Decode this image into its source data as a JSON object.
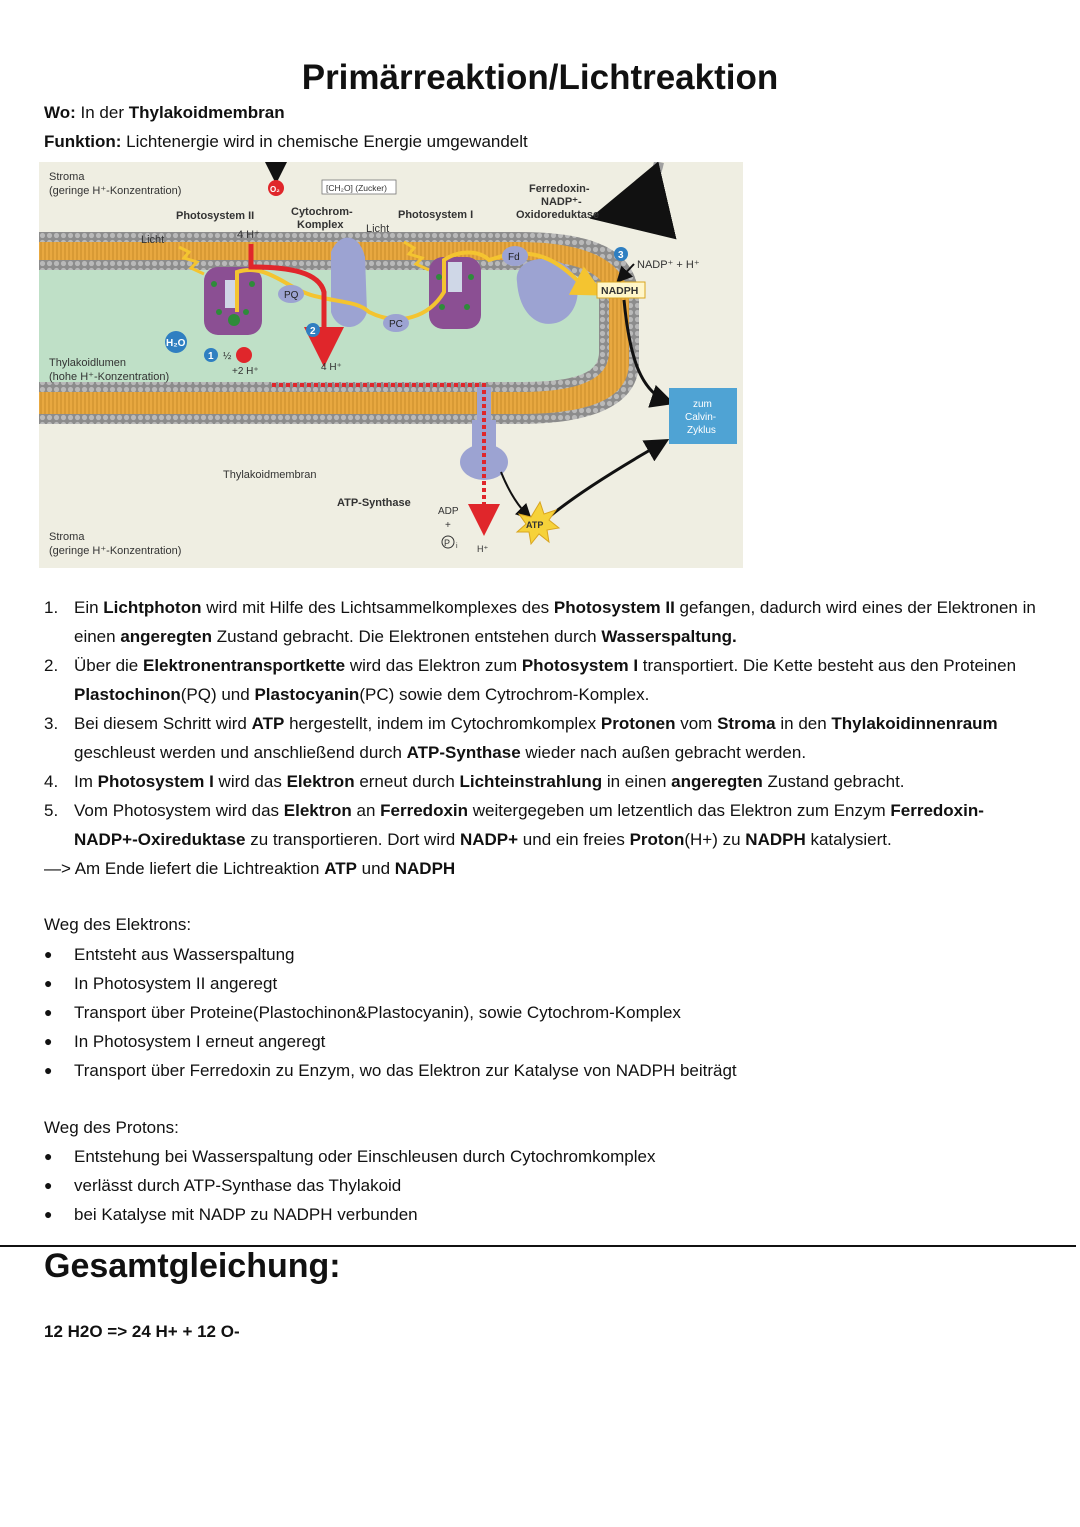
{
  "title": "Primärreaktion/Lichtreaktion",
  "wo": {
    "label": "Wo:",
    "pre": "In der",
    "bold": "Thylakoidmembran"
  },
  "funktion": {
    "label": "Funktion:",
    "text": "Lichtenergie wird in chemische Energie umgewandelt"
  },
  "diagram": {
    "stroma_top": "Stroma",
    "stroma_top_sub": "(geringe H⁺-Konzentration)",
    "o2": "O₂",
    "zucker": "[CH₂O] (Zucker)",
    "ferredoxin_label_1": "Ferredoxin-",
    "ferredoxin_label_2": "NADP⁺-",
    "ferredoxin_label_3": "Oxidoreduktase",
    "ps2": "Photosystem II",
    "cyt_1": "Cytochrom-",
    "cyt_2": "Komplex",
    "ps1": "Photosystem I",
    "licht_1": "Licht",
    "licht_2": "Licht",
    "h4_top": "4 H⁺",
    "fd": "Fd",
    "num3": "3",
    "nadp": "NADP⁺ + H⁺",
    "nadph": "NADPH",
    "pq": "PQ",
    "pc": "PC",
    "num2": "2",
    "h2o": "H₂O",
    "num1": "1",
    "half": "½",
    "h2_plus": "+2 H⁺",
    "h4_bottom": "4 H⁺",
    "lumen_1": "Thylakoidlumen",
    "lumen_2": "(hohe H⁺-Konzentration)",
    "calvin_1": "zum",
    "calvin_2": "Calvin-",
    "calvin_3": "Zyklus",
    "membrane": "Thylakoidmembran",
    "atp_synthase": "ATP-Synthase",
    "adp": "ADP",
    "plus": "+",
    "pi": "P",
    "pi_sub": "i",
    "h_out": "H⁺",
    "atp": "ATP",
    "stroma_bottom": "Stroma",
    "stroma_bottom_sub": "(geringe H⁺-Konzentration)"
  },
  "steps": [
    {
      "num": "1.",
      "parts": [
        {
          "t": "Ein ",
          "b": false
        },
        {
          "t": "Lichtphoton",
          "b": true
        },
        {
          "t": " wird mit Hilfe des Lichtsammelkomplexes des ",
          "b": false
        },
        {
          "t": "Photosystem II",
          "b": true
        },
        {
          "t": " gefangen, dadurch wird eines der Elektronen in einen ",
          "b": false
        },
        {
          "t": "angeregten",
          "b": true
        },
        {
          "t": " Zustand gebracht. Die Elektronen entstehen durch ",
          "b": false
        },
        {
          "t": "Wasserspaltung.",
          "b": true
        }
      ]
    },
    {
      "num": "2.",
      "parts": [
        {
          "t": "Über die ",
          "b": false
        },
        {
          "t": "Elektronentransportkette",
          "b": true
        },
        {
          "t": " wird das Elektron zum ",
          "b": false
        },
        {
          "t": "Photosystem I",
          "b": true
        },
        {
          "t": " transportiert. Die Kette besteht aus den Proteinen ",
          "b": false
        },
        {
          "t": "Plastochinon",
          "b": true
        },
        {
          "t": "(PQ) und ",
          "b": false
        },
        {
          "t": "Plastocyanin",
          "b": true
        },
        {
          "t": "(PC) sowie dem Cytrochrom-Komplex.",
          "b": false
        }
      ]
    },
    {
      "num": "3.",
      "parts": [
        {
          "t": "Bei diesem Schritt wird ",
          "b": false
        },
        {
          "t": "ATP",
          "b": true
        },
        {
          "t": " hergestellt, indem im Cytochromkomplex ",
          "b": false
        },
        {
          "t": "Protonen",
          "b": true
        },
        {
          "t": " vom ",
          "b": false
        },
        {
          "t": "Stroma",
          "b": true
        },
        {
          "t": " in den ",
          "b": false
        },
        {
          "t": "Thylakoidinnenraum",
          "b": true
        },
        {
          "t": " geschleust werden und anschließend durch ",
          "b": false
        },
        {
          "t": "ATP-Synthase",
          "b": true
        },
        {
          "t": " wieder nach außen gebracht werden.",
          "b": false
        }
      ]
    },
    {
      "num": "4.",
      "parts": [
        {
          "t": "Im ",
          "b": false
        },
        {
          "t": "Photosystem I",
          "b": true
        },
        {
          "t": " wird das ",
          "b": false
        },
        {
          "t": "Elektron",
          "b": true
        },
        {
          "t": " erneut durch ",
          "b": false
        },
        {
          "t": "Lichteinstrahlung",
          "b": true
        },
        {
          "t": " in einen ",
          "b": false
        },
        {
          "t": "angeregten",
          "b": true
        },
        {
          "t": " Zustand gebracht.",
          "b": false
        }
      ]
    },
    {
      "num": "5.",
      "parts": [
        {
          "t": "Vom Photosystem wird das ",
          "b": false
        },
        {
          "t": "Elektron",
          "b": true
        },
        {
          "t": " an ",
          "b": false
        },
        {
          "t": "Ferredoxin",
          "b": true
        },
        {
          "t": " weitergegeben um letzentlich das Elektron zum Enzym ",
          "b": false
        },
        {
          "t": "Ferredoxin-NADP+-Oxireduktase",
          "b": true
        },
        {
          "t": " zu transportieren. Dort wird ",
          "b": false
        },
        {
          "t": "NADP+",
          "b": true
        },
        {
          "t": " und ein freies ",
          "b": false
        },
        {
          "t": "Proton",
          "b": true
        },
        {
          "t": "(H+) zu ",
          "b": false
        },
        {
          "t": "NADPH",
          "b": true
        },
        {
          "t": " katalysiert.",
          "b": false
        }
      ]
    }
  ],
  "summary": [
    {
      "t": "—> Am Ende liefert die Lichtreaktion ",
      "b": false
    },
    {
      "t": "ATP",
      "b": true
    },
    {
      "t": " und ",
      "b": false
    },
    {
      "t": "NADPH",
      "b": true
    }
  ],
  "elektron_head": "Weg des Elektrons:",
  "elektron_items": [
    "Entsteht aus Wasserspaltung",
    "In Photosystem II angeregt",
    "Transport über Proteine(Plastochinon&Plastocyanin), sowie Cytochrom-Komplex",
    "In Photosystem I erneut angeregt",
    "Transport über Ferredoxin zu Enzym, wo das Elektron zur Katalyse von NADPH beiträgt"
  ],
  "proton_head": "Weg des Protons:",
  "proton_items": [
    "Entstehung bei Wasserspaltung oder Einschleusen durch Cytochromkomplex",
    "verlässt durch ATP-Synthase das Thylakoid",
    "bei Katalyse mit NADP zu NADPH verbunden"
  ],
  "gesamt_title": "Gesamtgleichung:",
  "equation": "12 H2O => 24 H+ + 12 O-"
}
